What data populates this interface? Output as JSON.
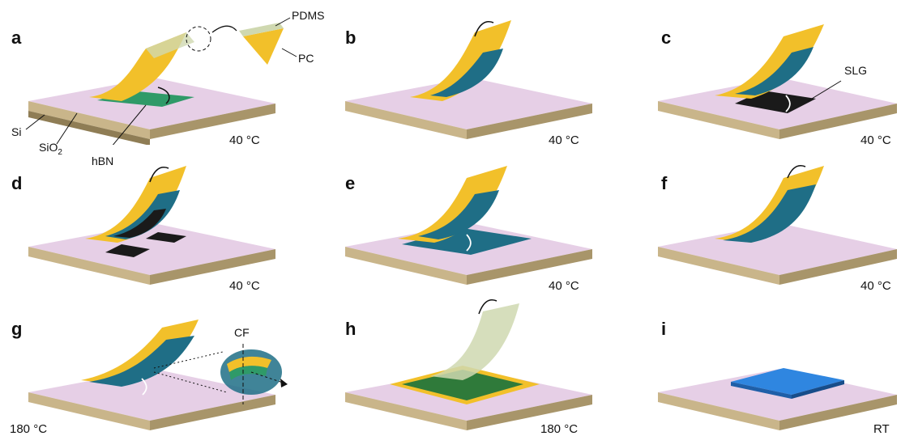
{
  "panels": [
    {
      "letter": "a",
      "temp": "40 °C"
    },
    {
      "letter": "b",
      "temp": "40 °C"
    },
    {
      "letter": "c",
      "temp": "40 °C"
    },
    {
      "letter": "d",
      "temp": "40 °C"
    },
    {
      "letter": "e",
      "temp": "40 °C"
    },
    {
      "letter": "f",
      "temp": "40 °C"
    },
    {
      "letter": "g",
      "temp": "180 °C"
    },
    {
      "letter": "h",
      "temp": "180 °C"
    },
    {
      "letter": "i",
      "temp": "RT"
    }
  ],
  "labels": {
    "pdms": "PDMS",
    "pc": "PC",
    "si": "Si",
    "sio2_main": "SiO",
    "sio2_sub": "2",
    "hbn": "hBN",
    "slg": "SLG",
    "cf": "CF"
  },
  "colors": {
    "substrate_top": "#e6cfe6",
    "sio2_layer": "#c9b58a",
    "si_layer": "#a8956a",
    "pc": "#f2c02a",
    "pdms": "#cfd8b0",
    "hbn": "#1f6e86",
    "hbn_green": "#2f7a3a",
    "graphene": "#1a1a1a",
    "final_stack": "#2f86e0"
  }
}
